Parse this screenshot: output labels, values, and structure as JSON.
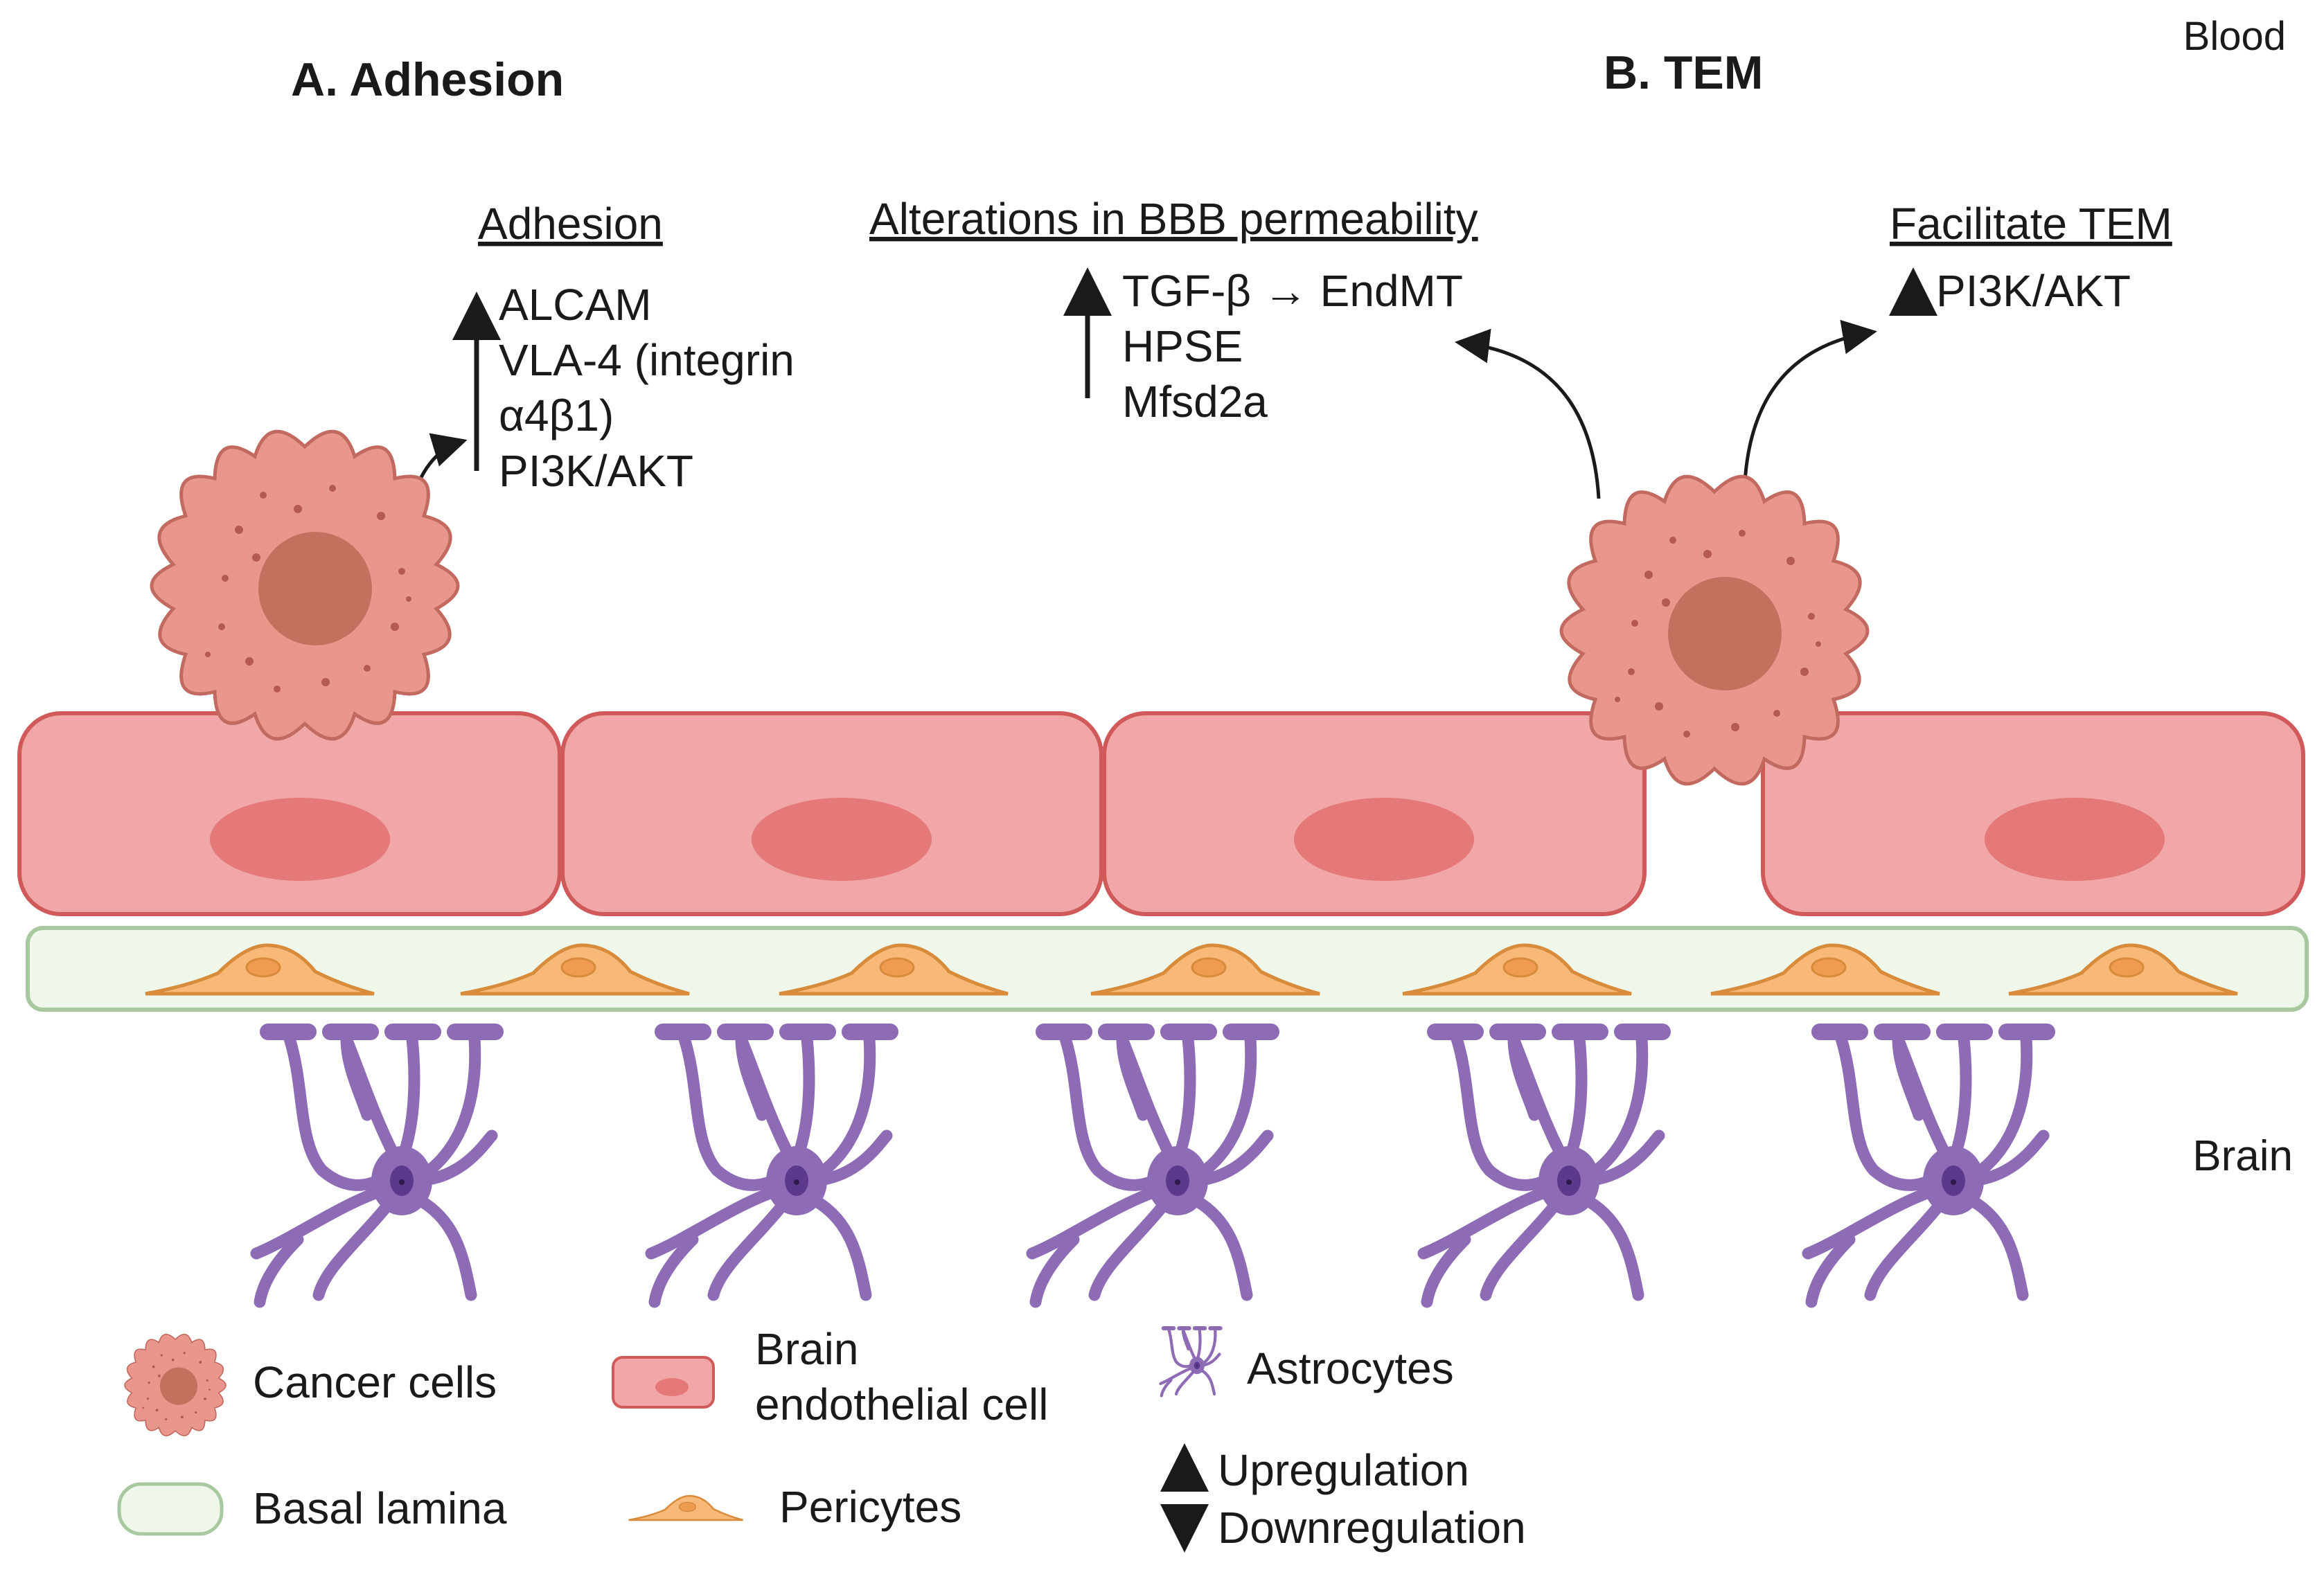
{
  "labels": {
    "blood": "Blood",
    "brain": "Brain",
    "section_a": "A. Adhesion",
    "section_b": "B. TEM"
  },
  "adhesion_box": {
    "heading": "Adhesion",
    "direction": "up",
    "items": [
      "ALCAM",
      "VLA-4 (integrin",
      "α4β1)",
      "PI3K/AKT"
    ]
  },
  "permeability_box": {
    "heading": "Alterations in BBB permeability",
    "direction": "up",
    "items": [
      "TGF-β → EndMT",
      "HPSE",
      "Mfsd2a"
    ]
  },
  "tem_box": {
    "heading": "Facilitate TEM",
    "direction": "up",
    "items": [
      "PI3K/AKT"
    ]
  },
  "legend": {
    "cancer_cells": "Cancer cells",
    "endothelial_line1": "Brain",
    "endothelial_line2": "endothelial cell",
    "astrocytes": "Astrocytes",
    "basal_lamina": "Basal lamina",
    "pericytes": "Pericytes",
    "upregulation": "Upregulation",
    "downregulation": "Downregulation"
  },
  "colors": {
    "endothelial_fill": "#f1a7a7",
    "endothelial_stroke": "#d05a5a",
    "endothelial_nucleus": "#e57878",
    "cancer_fill": "#e9968c",
    "cancer_stroke": "#c26a60",
    "cancer_nucleus": "#c4705f",
    "lamina_fill": "#eef7ea",
    "lamina_stroke": "#a8c8a0",
    "pericyte_fill": "#f7b878",
    "pericyte_stroke": "#d88b3a",
    "astrocyte": "#8e6bb5",
    "astrocyte_nucleus": "#5b3a8c"
  }
}
